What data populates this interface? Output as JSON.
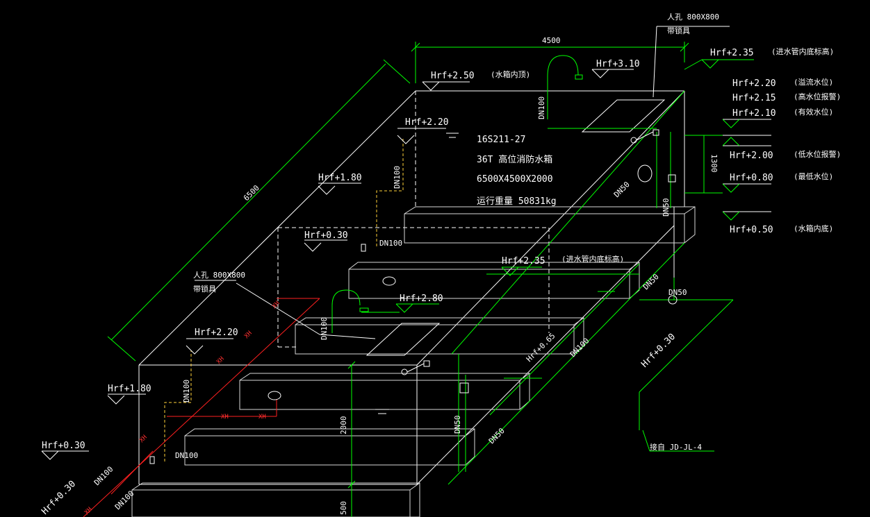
{
  "labels": {
    "manhole_top": "人孔 800X800",
    "lock_top": "带锁具",
    "manhole_mid": "人孔 800X800",
    "lock_mid": "带锁具",
    "dim_4500": "4500",
    "dim_6500": "6500",
    "dim_1300": "1300",
    "dim_2000": "2000",
    "dim_500": "500",
    "tank_code": "16S211-27",
    "tank_name": "36T  高位消防水箱",
    "tank_size": "6500X4500X2000",
    "tank_weight": "运行重量  50831kg",
    "connect_note": "接自 JD-JL-4"
  },
  "levels": [
    {
      "key": "l1",
      "text": "Hrf+2.35",
      "note": "(进水管内底标高)"
    },
    {
      "key": "l2",
      "text": "Hrf+2.20",
      "note": "(溢流水位)"
    },
    {
      "key": "l3",
      "text": "Hrf+2.15",
      "note": "(高水位报警)"
    },
    {
      "key": "l4",
      "text": "Hrf+2.10",
      "note": "(有效水位)"
    },
    {
      "key": "l5",
      "text": "Hrf+2.00",
      "note": "(低水位报警)"
    },
    {
      "key": "l6",
      "text": "Hrf+0.80",
      "note": "(最低水位)"
    },
    {
      "key": "l7",
      "text": "Hrf+0.50",
      "note": "(水箱内底)"
    }
  ],
  "marks": {
    "hrf_250": "Hrf+2.50",
    "hrf_250_note": "(水箱内顶)",
    "hrf_310": "Hrf+3.10",
    "hrf_220_a": "Hrf+2.20",
    "hrf_180_a": "Hrf+1.80",
    "hrf_030_a": "Hrf+0.30",
    "hrf_235_mid": "Hrf+2.35",
    "hrf_235_mid_note": "(进水管内底标高)",
    "hrf_280": "Hrf+2.80",
    "hrf_220_b": "Hrf+2.20",
    "hrf_180_b": "Hrf+1.80",
    "hrf_030_b": "Hrf+0.30",
    "hrf_030_c": "Hrf+0.30",
    "hrf_030_d": "Hrf+0.30",
    "hrf_065": "Hrf+0.65"
  },
  "pipes": {
    "dn100_a": "DN100",
    "dn100_b": "DN100",
    "dn100_c": "DN100",
    "dn100_d": "DN100",
    "dn100_e": "DN100",
    "dn100_f": "DN100",
    "dn100_g": "DN100",
    "dn100_h": "DN100",
    "dn100_i": "DN100",
    "dn50_a": "DN50",
    "dn50_b": "DN50",
    "dn50_c": "DN50",
    "dn50_d": "DN50",
    "dn50_e": "DN50",
    "dn50_f": "DN50"
  },
  "xh": {
    "a": "XH",
    "b": "XH",
    "c": "XH",
    "d": "XH",
    "e": "XH",
    "f": "XH",
    "g": "XH"
  }
}
